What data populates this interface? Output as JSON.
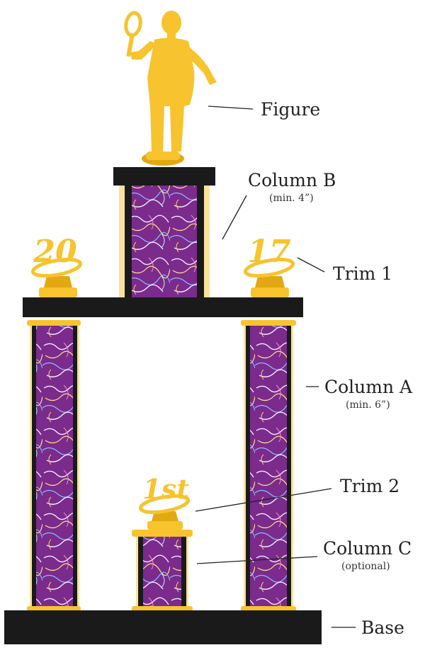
{
  "labels": {
    "figure": "Figure",
    "column_b": "Column B",
    "column_b_note": "(min. 4”)",
    "trim_1": "Trim 1",
    "column_a": "Column A",
    "column_a_note": "(min. 6”)",
    "trim_2": "Trim 2",
    "column_c": "Column C",
    "column_c_note": "(optional)",
    "base": "Base"
  },
  "trims": {
    "left_year": "20",
    "right_year": "17",
    "place": "1st"
  },
  "colors": {
    "gold": "#F7C32E",
    "gold_dark": "#E2A812",
    "gold_light": "#FBE29A",
    "black": "#1A1A1A",
    "purple": "#7A2B8C",
    "purple_dark": "#5E1F6E"
  },
  "icons": [
    "badminton-player-figure",
    "year-trim-20",
    "year-trim-17",
    "first-place-trim"
  ]
}
